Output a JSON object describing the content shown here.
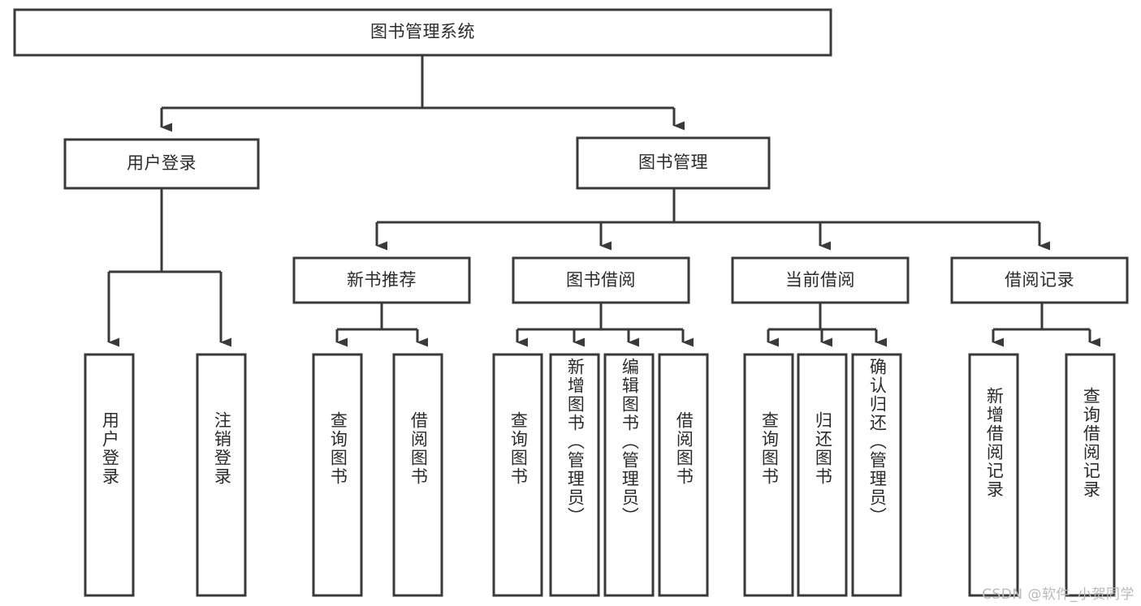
{
  "diagram": {
    "type": "tree-hierarchy",
    "title": "图书管理系统",
    "watermark": "CSDN @软件_小贺同学",
    "nodes": {
      "root": {
        "label": "图书管理系统"
      },
      "level2": [
        {
          "id": "user-login",
          "label": "用户登录"
        },
        {
          "id": "book-manage",
          "label": "图书管理"
        }
      ],
      "level3": [
        {
          "id": "new-book-rec",
          "label": "新书推荐"
        },
        {
          "id": "book-borrow",
          "label": "图书借阅"
        },
        {
          "id": "current-borrow",
          "label": "当前借阅"
        },
        {
          "id": "borrow-record",
          "label": "借阅记录"
        }
      ],
      "leaves": [
        {
          "id": "leaf-user-login",
          "label": "用户登录",
          "parent": "user-login"
        },
        {
          "id": "leaf-user-logout",
          "label": "注销登录",
          "parent": "user-login"
        },
        {
          "id": "leaf-query-book-1",
          "label": "查询图书",
          "parent": "new-book-rec"
        },
        {
          "id": "leaf-borrow-book-1",
          "label": "借阅图书",
          "parent": "new-book-rec"
        },
        {
          "id": "leaf-query-book-2",
          "label": "查询图书",
          "parent": "book-borrow"
        },
        {
          "id": "leaf-add-book",
          "label": "新增图书（管理员）",
          "parent": "book-borrow"
        },
        {
          "id": "leaf-edit-book",
          "label": "编辑图书（管理员）",
          "parent": "book-borrow"
        },
        {
          "id": "leaf-borrow-book-2",
          "label": "借阅图书",
          "parent": "book-borrow"
        },
        {
          "id": "leaf-query-book-3",
          "label": "查询图书",
          "parent": "current-borrow"
        },
        {
          "id": "leaf-return-book",
          "label": "归还图书",
          "parent": "current-borrow"
        },
        {
          "id": "leaf-confirm-return",
          "label": "确认归还（管理员）",
          "parent": "current-borrow"
        },
        {
          "id": "leaf-add-record",
          "label": "新增借阅记录",
          "parent": "borrow-record"
        },
        {
          "id": "leaf-query-record",
          "label": "查询借阅记录",
          "parent": "borrow-record"
        }
      ]
    },
    "colors": {
      "stroke": "#3a3a3a",
      "fill": "#ffffff",
      "text": "#2b2b2b",
      "watermark": "#b9b9b9"
    }
  }
}
